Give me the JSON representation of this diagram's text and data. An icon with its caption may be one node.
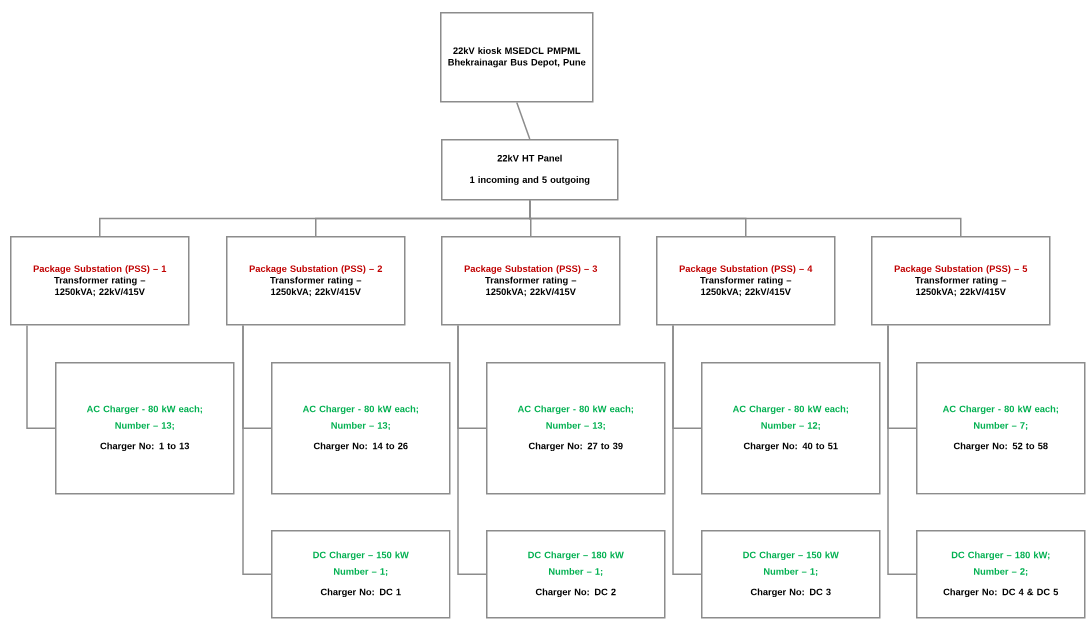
{
  "diagram": {
    "nodes": [
      {
        "text": [
          "22kV kiosk MSEDCL PMPML Bhekrainagar Bus Depot, Pune"
        ]
      },
      {
        "text": [
          "22kV HT Panel",
          "1 incoming and 5 outgoing"
        ]
      },
      {
        "text": [
          "Package Substation (PSS) – 1",
          "Transformer rating – 1250kVA; 22kV/415V"
        ]
      },
      {
        "text": [
          "Package Substation (PSS) – 2",
          "Transformer rating – 1250kVA; 22kV/415V"
        ]
      },
      {
        "text": [
          "Package Substation (PSS) – 3",
          "Transformer rating – 1250kVA; 22kV/415V"
        ]
      },
      {
        "text": [
          "Package Substation (PSS) – 4",
          "Transformer rating – 1250kVA; 22kV/415V"
        ]
      },
      {
        "text": [
          "Package Substation (PSS) – 5",
          "Transformer rating – 1250kVA; 22kV/415V"
        ]
      },
      {
        "text": [
          "AC Charger - 80 kW each;",
          "Number – 13;",
          "Charger No: 1 to 13"
        ]
      },
      {
        "text": [
          "AC Charger - 80 kW each;",
          "Number – 13;",
          "Charger No: 14 to 26"
        ]
      },
      {
        "text": [
          "AC Charger - 80 kW each;",
          "Number – 13;",
          "Charger No: 27 to 39"
        ]
      },
      {
        "text": [
          "AC Charger - 80 kW each;",
          "Number – 12;",
          "Charger No: 40 to 51"
        ]
      },
      {
        "text": [
          "AC Charger - 80 kW each;",
          "Number – 7;",
          "Charger No: 52 to 58"
        ]
      },
      {
        "text": [
          "DC Charger – 150 kW",
          "Number – 1;",
          "Charger No: DC 1"
        ]
      },
      {
        "text": [
          "DC Charger – 180 kW",
          "Number – 1;",
          "Charger No: DC 2"
        ]
      },
      {
        "text": [
          "DC Charger – 150 kW",
          "Number – 1;",
          "Charger No: DC 3"
        ]
      },
      {
        "text": [
          "DC Charger – 180 kW;",
          "Number – 2;",
          "Charger No: DC 4 & DC 5"
        ]
      }
    ],
    "edges": [
      {
        "from": 0,
        "to": 1,
        "arrow": "none"
      },
      {
        "from": 1,
        "to": 2,
        "arrow": "none"
      },
      {
        "from": 1,
        "to": 3,
        "arrow": "none"
      },
      {
        "from": 1,
        "to": 4,
        "arrow": "none"
      },
      {
        "from": 1,
        "to": 5,
        "arrow": "none"
      },
      {
        "from": 1,
        "to": 6,
        "arrow": "none"
      },
      {
        "from": 2,
        "to": 7,
        "arrow": "none"
      },
      {
        "from": 3,
        "to": 8,
        "arrow": "none"
      },
      {
        "from": 3,
        "to": 12,
        "arrow": "none"
      },
      {
        "from": 4,
        "to": 9,
        "arrow": "none"
      },
      {
        "from": 4,
        "to": 13,
        "arrow": "none"
      },
      {
        "from": 5,
        "to": 10,
        "arrow": "none"
      },
      {
        "from": 5,
        "to": 14,
        "arrow": "none"
      },
      {
        "from": 6,
        "to": 11,
        "arrow": "none"
      },
      {
        "from": 6,
        "to": 15,
        "arrow": "none"
      }
    ]
  }
}
